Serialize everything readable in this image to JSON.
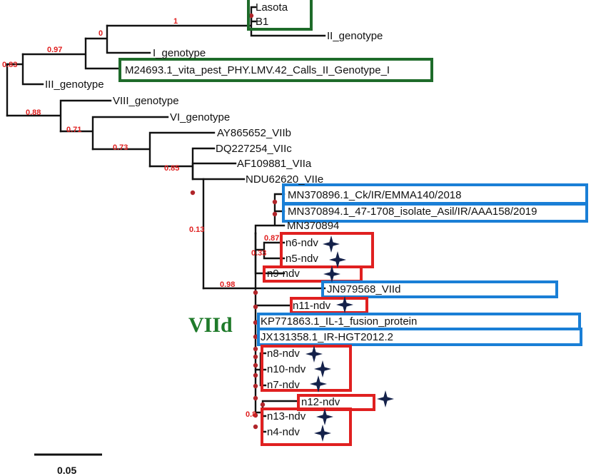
{
  "colors": {
    "branch": "#111111",
    "bootstrap": "#e02020",
    "node_dot": "#b0252a",
    "box_green": "#1e6b2a",
    "box_blue": "#1a7fd6",
    "box_red": "#e02020",
    "clade_label": "#1f7a2a",
    "star": "#14214a"
  },
  "taxa": {
    "lasota": "Lasota",
    "b1": "B1",
    "ii_genotype": "II_genotype",
    "i_genotype": "I_genotype",
    "m24693": "M24693.1_vita_pest_PHY.LMV.42_Calls_II_Genotype_I",
    "iii_genotype": "III_genotype",
    "viii_genotype": "VIII_genotype",
    "vi_genotype": "VI_genotype",
    "ay865652": "AY865652_VIIb",
    "dq227254": "DQ227254_VIIc",
    "af109881": "AF109881_VIIa",
    "ndu62620": "NDU62620_VIIe",
    "mn370896": "MN370896.1_Ck/IR/EMMA140/2018",
    "mn370894_1": "MN370894.1_47-1708_isolate_Asil/IR/AAA158/2019",
    "mn370894": "MN370894",
    "n6": "n6-ndv",
    "n5": "n5-ndv",
    "n9": "n9-ndv",
    "jn979568": "JN979568_VIId",
    "n11": "n11-ndv",
    "kp771863": "KP771863.1_IL-1_fusion_protein",
    "jx131358": "JX131358.1_IR-HGT2012.2",
    "n8": "n8-ndv",
    "n10": "n10-ndv",
    "n7": "n7-ndv",
    "n12": "n12-ndv",
    "n13": "n13-ndv",
    "n4": "n4-ndv"
  },
  "bootstrap": {
    "b_1": "1",
    "b_0_top": "0",
    "b_097": "0.97",
    "b_083": "0.83",
    "b_088": "0.88",
    "b_071": "0.71",
    "b_073": "0.73",
    "b_085": "0.85",
    "b_013": "0.13",
    "b_087": "0.87",
    "b_033": "0.33",
    "b_098": "0.98",
    "b_08": "0.8"
  },
  "clade_label": "VIId",
  "scale_bar": "0.05",
  "star_icon": "four-point-star"
}
